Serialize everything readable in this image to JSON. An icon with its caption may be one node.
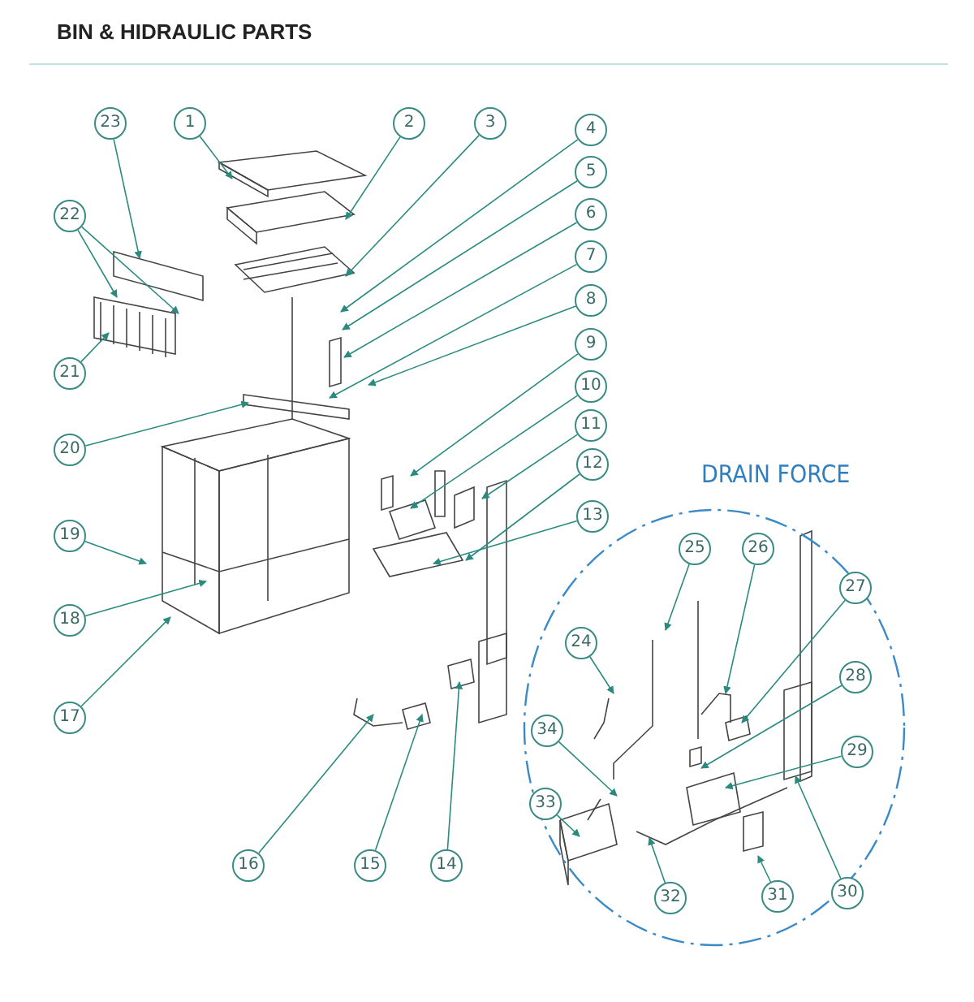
{
  "diagram": {
    "title": "BIN & HIDRAULIC PARTS",
    "nodes": [
      {
        "text": [
          "1"
        ]
      },
      {
        "text": [
          "2"
        ]
      },
      {
        "text": [
          "3"
        ]
      },
      {
        "text": [
          "4"
        ]
      },
      {
        "text": [
          "5"
        ]
      },
      {
        "text": [
          "6"
        ]
      },
      {
        "text": [
          "7"
        ]
      },
      {
        "text": [
          "8"
        ]
      },
      {
        "text": [
          "9"
        ]
      },
      {
        "text": [
          "10"
        ]
      },
      {
        "text": [
          "11"
        ]
      },
      {
        "text": [
          "12"
        ]
      },
      {
        "text": [
          "13"
        ]
      },
      {
        "text": [
          "14"
        ]
      },
      {
        "text": [
          "15"
        ]
      },
      {
        "text": [
          "16"
        ]
      },
      {
        "text": [
          "17"
        ]
      },
      {
        "text": [
          "18"
        ]
      },
      {
        "text": [
          "19"
        ]
      },
      {
        "text": [
          "20"
        ]
      },
      {
        "text": [
          "21"
        ]
      },
      {
        "text": [
          "22"
        ]
      },
      {
        "text": [
          "23"
        ]
      },
      {
        "text": [
          "DRAIN FORCE"
        ]
      },
      {
        "text": [
          "24"
        ],
        "in": 23
      },
      {
        "text": [
          "25"
        ],
        "in": 23
      },
      {
        "text": [
          "26"
        ],
        "in": 23
      },
      {
        "text": [
          "27"
        ],
        "in": 23
      },
      {
        "text": [
          "28"
        ],
        "in": 23
      },
      {
        "text": [
          "29"
        ],
        "in": 23
      },
      {
        "text": [
          "30"
        ],
        "in": 23
      },
      {
        "text": [
          "31"
        ],
        "in": 23
      },
      {
        "text": [
          "32"
        ],
        "in": 23
      },
      {
        "text": [
          "33"
        ],
        "in": 23
      },
      {
        "text": [
          "34"
        ],
        "in": 23
      }
    ],
    "edges": [
      {
        "from": 0,
        "to": null,
        "arrow": "to"
      },
      {
        "from": 1,
        "to": null,
        "arrow": "to"
      },
      {
        "from": 2,
        "to": null,
        "arrow": "to"
      },
      {
        "from": 3,
        "to": null,
        "arrow": "to"
      },
      {
        "from": 4,
        "to": null,
        "arrow": "to"
      },
      {
        "from": 5,
        "to": null,
        "arrow": "to"
      },
      {
        "from": 6,
        "to": null,
        "arrow": "to"
      },
      {
        "from": 7,
        "to": null,
        "arrow": "to"
      },
      {
        "from": 8,
        "to": null,
        "arrow": "to"
      },
      {
        "from": 9,
        "to": null,
        "arrow": "to"
      },
      {
        "from": 10,
        "to": null,
        "arrow": "to"
      },
      {
        "from": 11,
        "to": null,
        "arrow": "to"
      },
      {
        "from": 12,
        "to": null,
        "arrow": "to"
      },
      {
        "from": 13,
        "to": null,
        "arrow": "to"
      },
      {
        "from": 14,
        "to": null,
        "arrow": "to"
      },
      {
        "from": 15,
        "to": null,
        "arrow": "to"
      },
      {
        "from": 16,
        "to": null,
        "arrow": "to"
      },
      {
        "from": 17,
        "to": null,
        "arrow": "to"
      },
      {
        "from": 18,
        "to": null,
        "arrow": "to"
      },
      {
        "from": 19,
        "to": null,
        "arrow": "to"
      },
      {
        "from": 20,
        "to": null,
        "arrow": "to"
      },
      {
        "from": 21,
        "to": null,
        "arrow": "to"
      },
      {
        "from": 21,
        "to": null,
        "arrow": "to"
      },
      {
        "from": 22,
        "to": null,
        "arrow": "to"
      },
      {
        "from": 24,
        "to": null,
        "arrow": "to"
      },
      {
        "from": 25,
        "to": null,
        "arrow": "to"
      },
      {
        "from": 26,
        "to": null,
        "arrow": "to"
      },
      {
        "from": 27,
        "to": null,
        "arrow": "to"
      },
      {
        "from": 28,
        "to": null,
        "arrow": "to"
      },
      {
        "from": 29,
        "to": null,
        "arrow": "to"
      },
      {
        "from": 30,
        "to": null,
        "arrow": "to"
      },
      {
        "from": 31,
        "to": null,
        "arrow": "to"
      },
      {
        "from": 32,
        "to": null,
        "arrow": "to"
      },
      {
        "from": 33,
        "to": null,
        "arrow": "to"
      },
      {
        "from": 34,
        "to": null,
        "arrow": "to"
      }
    ]
  }
}
